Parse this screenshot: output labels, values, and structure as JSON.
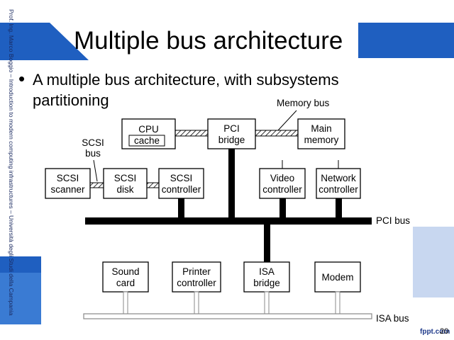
{
  "slide": {
    "title": "Multiple bus architecture",
    "bullet": "A multiple bus architecture, with subsystems partitioning",
    "sidebar_text": "Prof. Ing. Marco Boggio – Introduction to modern computing infrastructures – Università degli Studi della Campania",
    "footer_brand": "fppt.com",
    "page_number": "20",
    "colors": {
      "accent": "#1f5fc0",
      "accent_light": "#4c8de0",
      "footer_bar": "#c8d7f0"
    }
  },
  "diagram": {
    "components": {
      "cpu": {
        "line1": "CPU",
        "line2": "cache"
      },
      "pci_bridge": {
        "line1": "PCI",
        "line2": "bridge"
      },
      "main_memory": {
        "line1": "Main",
        "line2": "memory"
      },
      "scsi_scanner": {
        "line1": "SCSI",
        "line2": "scanner"
      },
      "scsi_disk": {
        "line1": "SCSI",
        "line2": "disk"
      },
      "scsi_controller": {
        "line1": "SCSI",
        "line2": "controller"
      },
      "video_controller": {
        "line1": "Video",
        "line2": "controller"
      },
      "network_controller": {
        "line1": "Network",
        "line2": "controller"
      },
      "sound_card": {
        "line1": "Sound",
        "line2": "card"
      },
      "printer_controller": {
        "line1": "Printer",
        "line2": "controller"
      },
      "isa_bridge": {
        "line1": "ISA",
        "line2": "bridge"
      },
      "modem": {
        "line1": "Modem"
      }
    },
    "bus_labels": {
      "memory_bus": "Memory bus",
      "scsi_bus_line1": "SCSI",
      "scsi_bus_line2": "bus",
      "pci_bus": "PCI bus",
      "isa_bus": "ISA bus"
    }
  }
}
